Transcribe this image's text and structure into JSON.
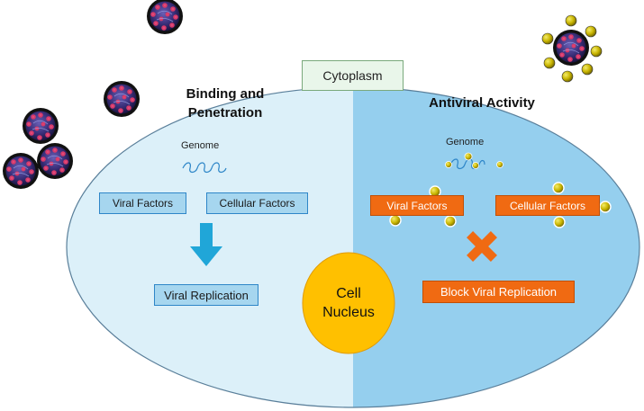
{
  "labels": {
    "cytoplasm": "Cytoplasm",
    "left_heading_line1": "Binding and",
    "left_heading_line2": "Penetration",
    "right_heading": "Antiviral Activity",
    "genome_left": "Genome",
    "genome_right": "Genome",
    "viral_factors_left": "Viral Factors",
    "cellular_factors_left": "Cellular Factors",
    "viral_replication": "Viral Replication",
    "viral_factors_right": "Viral Factors",
    "cellular_factors_right": "Cellular Factors",
    "block_viral_replication": "Block Viral Replication",
    "nucleus_line1": "Cell",
    "nucleus_line2": "Nucleus"
  },
  "colors": {
    "left_half": "#dcf0f9",
    "right_half": "#95cfee",
    "nucleus": "#ffc000",
    "orange": "#f06a12",
    "blue_arrow": "#20a6d8",
    "particle": "#c8b400"
  },
  "icons": {
    "virus": "coronavirus-icon",
    "nanoparticle": "gold-nanoparticle-icon",
    "block": "x-mark-icon",
    "genome": "rna-coil-icon"
  }
}
